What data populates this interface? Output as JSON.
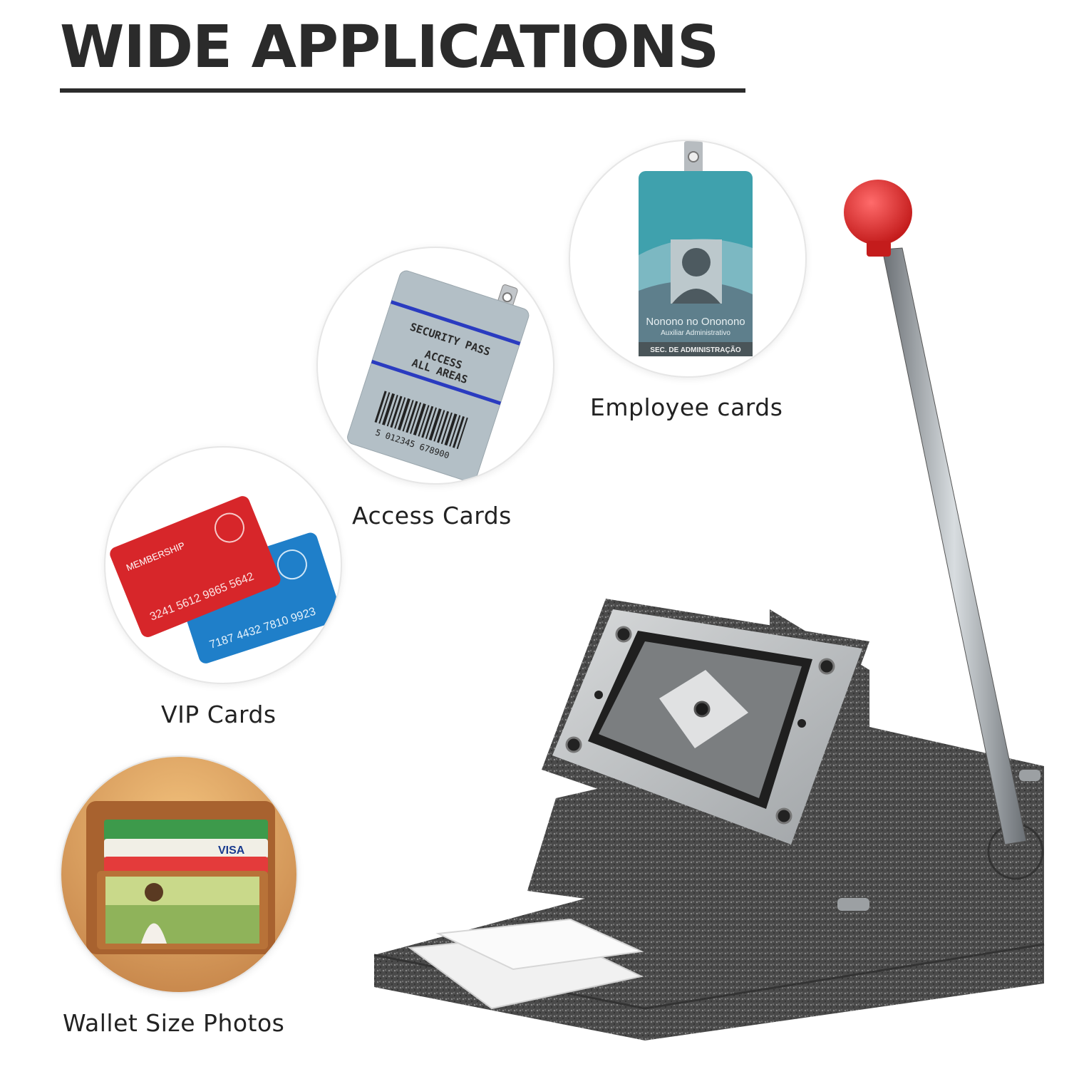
{
  "header": {
    "title": "WIDE APPLICATIONS"
  },
  "applications": [
    {
      "caption": "Employee cards",
      "card": {
        "name": "Nonono no Ononono",
        "role": "Auxiliar Administrativo",
        "department": "SEC. DE ADMINISTRAÇÃO"
      }
    },
    {
      "caption": "Access Cards",
      "card": {
        "line1": "SECURITY PASS",
        "line2": "ACCESS",
        "line3": "ALL AREAS",
        "barcode_number": "5 012345 678900"
      }
    },
    {
      "caption": "VIP Cards",
      "cards": {
        "red_label": "MEMBERSHIP",
        "red_number": "3241 5612 9865 5642",
        "blue_number": "7187 4432 7810 9923"
      }
    },
    {
      "caption": "Wallet Size Photos",
      "wallet": {
        "card_brand": "VISA"
      }
    }
  ],
  "colors": {
    "knob": "#e02b2b",
    "machine_body": "#4a4a4a",
    "teal_card": "#3fa1ad",
    "red_card": "#d7262a",
    "blue_card": "#1f7fc9",
    "wallet_leather": "#a8622f"
  }
}
